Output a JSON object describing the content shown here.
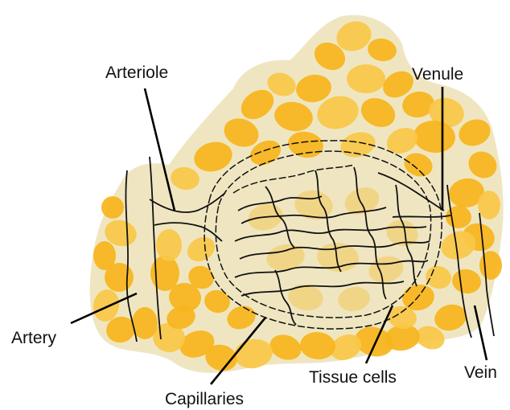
{
  "diagram": {
    "labels": {
      "arteriole": "Arteriole",
      "venule": "Venule",
      "artery": "Artery",
      "vein": "Vein",
      "capillaries": "Capillaries",
      "tissue_cells": "Tissue cells"
    },
    "colors": {
      "tissue_background": "#efe6c1",
      "cell_fill": "#f7b51c",
      "cell_fill_light": "#f9c848",
      "line": "#111111"
    }
  }
}
